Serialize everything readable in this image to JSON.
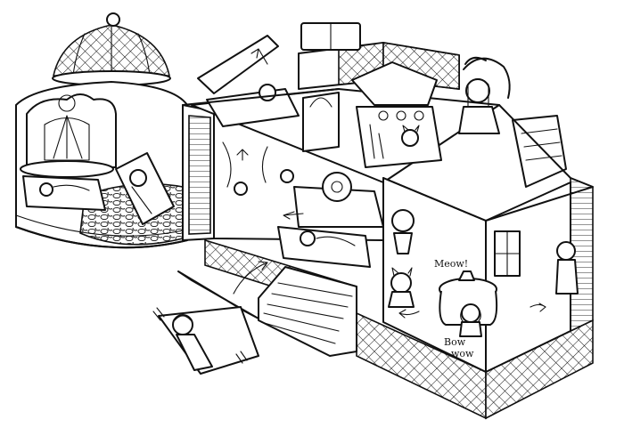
{
  "sound_labels": {
    "cat": "Meow!",
    "dog_line1": "Bow",
    "dog_line2": "wow"
  },
  "colors": {
    "ink": "#111111",
    "paper": "#ffffff"
  }
}
